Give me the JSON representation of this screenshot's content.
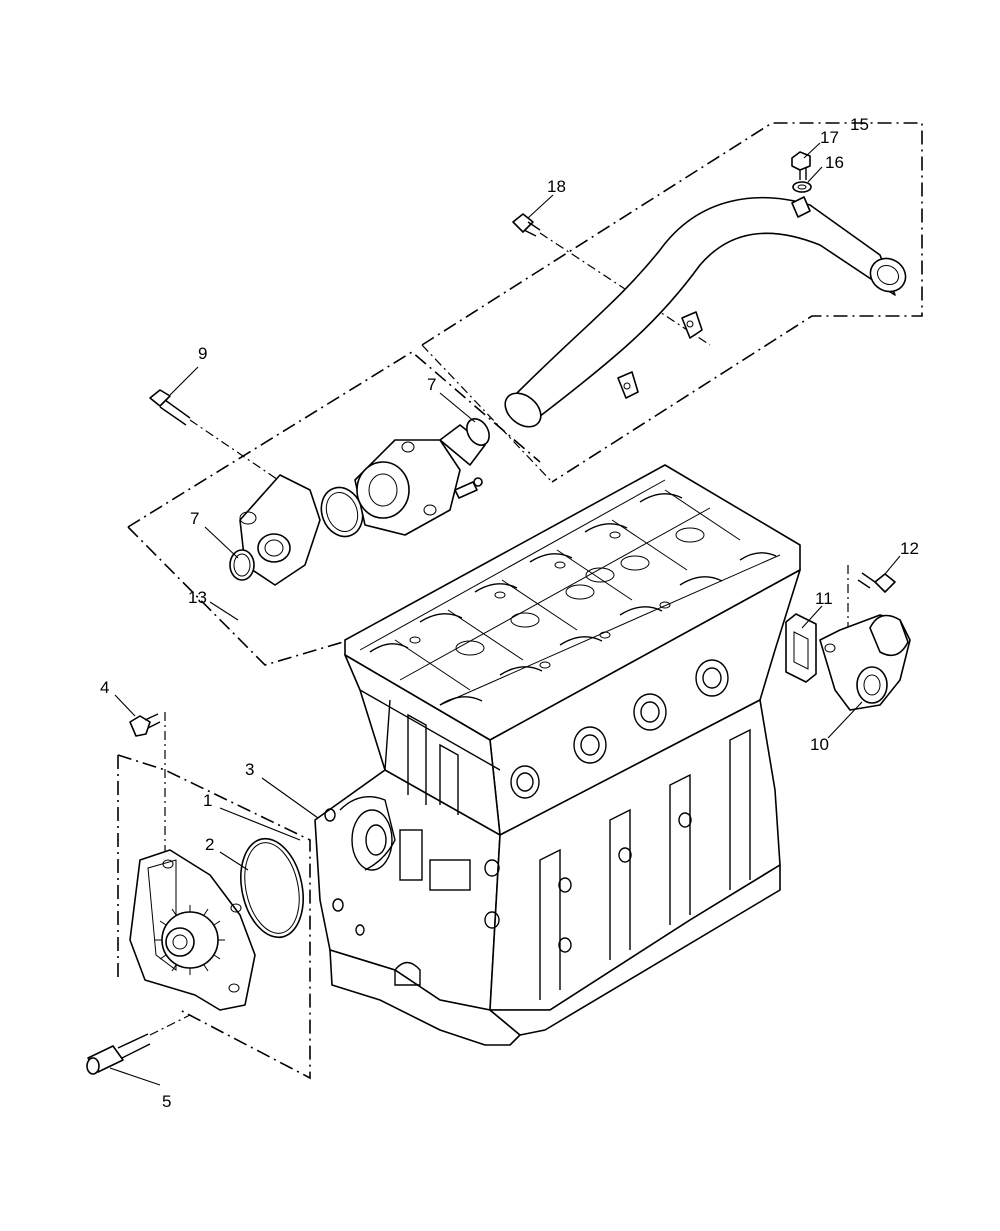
{
  "callouts": [
    {
      "id": "c1",
      "text": "1"
    },
    {
      "id": "c2",
      "text": "2"
    },
    {
      "id": "c3",
      "text": "3"
    },
    {
      "id": "c4",
      "text": "4"
    },
    {
      "id": "c5",
      "text": "5"
    },
    {
      "id": "c7a",
      "text": "7"
    },
    {
      "id": "c7b",
      "text": "7"
    },
    {
      "id": "c9",
      "text": "9"
    },
    {
      "id": "c10",
      "text": "10"
    },
    {
      "id": "c11",
      "text": "11"
    },
    {
      "id": "c12",
      "text": "12"
    },
    {
      "id": "c13",
      "text": "13"
    },
    {
      "id": "c15",
      "text": "15"
    },
    {
      "id": "c16",
      "text": "16"
    },
    {
      "id": "c17",
      "text": "17"
    },
    {
      "id": "c18",
      "text": "18"
    }
  ]
}
